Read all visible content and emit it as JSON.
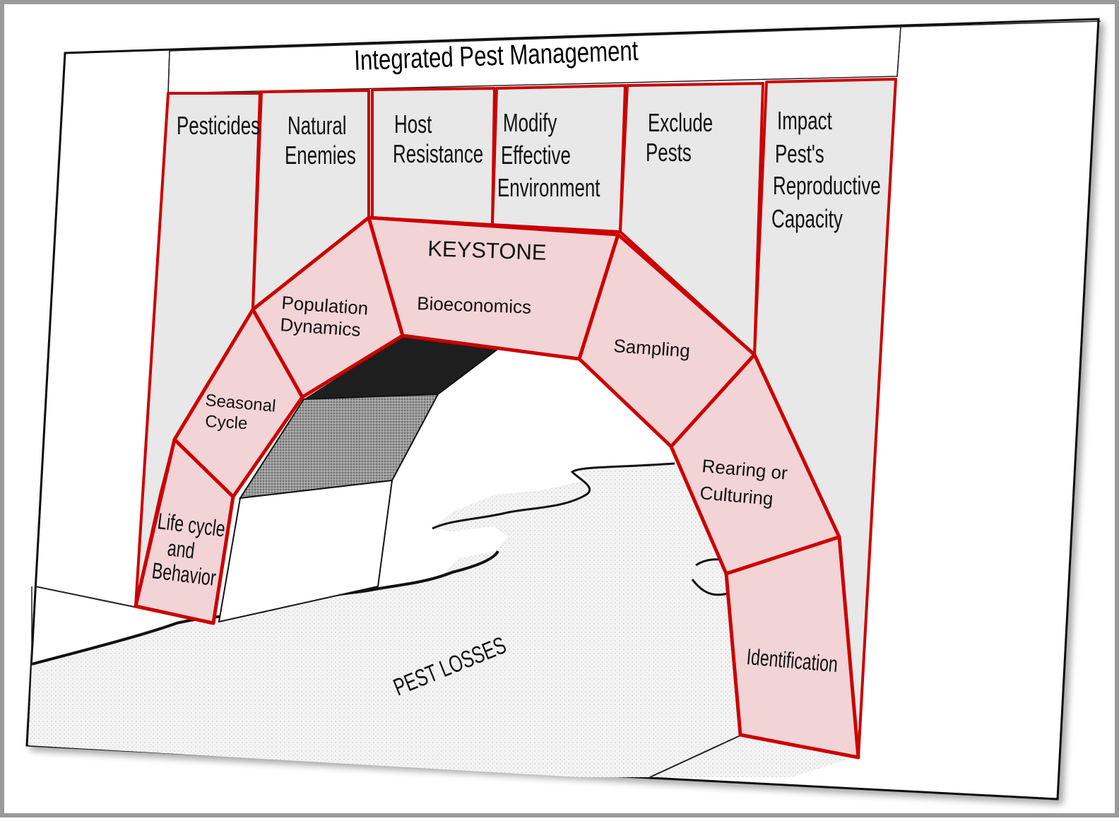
{
  "title": "Integrated Pest Management",
  "pillars": {
    "pesticides": "Pesticides",
    "natural_enemies": [
      "Natural",
      "Enemies"
    ],
    "host_resistance": [
      "Host",
      "Resistance"
    ],
    "modify_environment": [
      "Modify",
      "Effective",
      "Environment"
    ],
    "exclude_pests": [
      "Exclude",
      "Pests"
    ],
    "impact_reproduction": [
      "Impact",
      "Pest's",
      "Reproductive",
      "Capacity"
    ]
  },
  "arch": {
    "life_cycle": [
      "Life cycle",
      "and",
      "Behavior"
    ],
    "seasonal_cycle": [
      "Seasonal",
      "Cycle"
    ],
    "population_dynamics": [
      "Population",
      "Dynamics"
    ],
    "keystone_heading": "KEYSTONE",
    "bioeconomics": "Bioeconomics",
    "sampling": "Sampling",
    "rearing": [
      "Rearing or",
      "Culturing"
    ],
    "identification": "Identification"
  },
  "river_label": "PEST LOSSES",
  "colors": {
    "block_fill": "#f2d4d6",
    "block_stroke": "#cc0000",
    "pillar_fill": "#e8e8e8",
    "frame_gray": "#9a9a9a"
  }
}
